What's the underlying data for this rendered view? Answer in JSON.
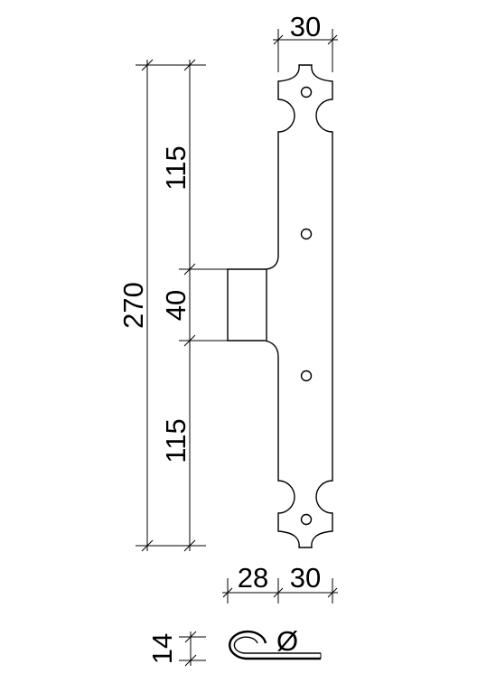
{
  "dimensions": {
    "strap_width": "30",
    "top_segment": "115",
    "middle_segment": "40",
    "bottom_segment": "115",
    "overall_length": "270",
    "tab_offset": "28",
    "bottom_width": "30",
    "pin_height": "14",
    "diameter_symbol": "Ø"
  }
}
